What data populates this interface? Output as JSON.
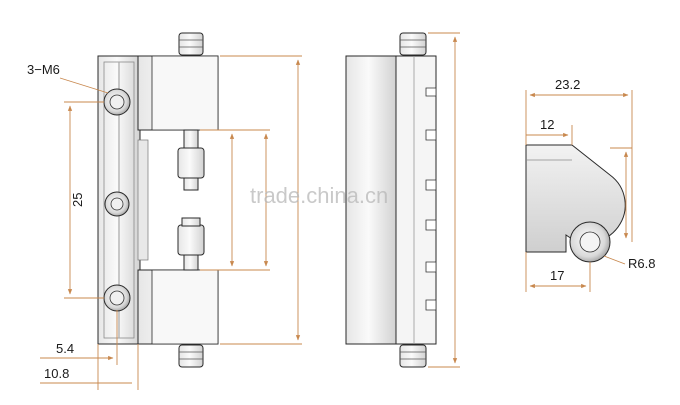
{
  "labels": {
    "thread_callout": "3−M6",
    "pitch_25": "25",
    "offset_5_4": "5.4",
    "offset_10_8": "10.8",
    "width_23_2": "23.2",
    "width_12": "12",
    "width_17": "17",
    "radius": "R6.8"
  },
  "watermark": "trade.china.cn",
  "colors": {
    "dimension_line": "#c8884e",
    "outline": "#2a2a2a",
    "metal_light": "#f4f4f4",
    "metal_dark": "#cfcfcf",
    "watermark": "#b8b8b8"
  }
}
